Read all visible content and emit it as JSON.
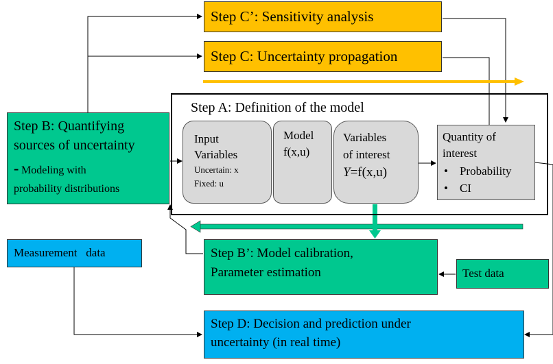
{
  "colors": {
    "orange": "#FFC000",
    "green": "#00C88F",
    "blue": "#00B0F0",
    "gray": "#D9D9D9"
  },
  "step_c_prime": {
    "label": "Step C’: Sensitivity  analysis"
  },
  "step_c": {
    "label": "Step C: Uncertainty propagation"
  },
  "step_a": {
    "title": "Step A: Definition  of the model",
    "input": {
      "line1": "Input",
      "line2": "Variables",
      "uncertain": "Uncertain: x",
      "fixed": "Fixed: u"
    },
    "model": {
      "line1": "Model",
      "line2": "f(x,u)"
    },
    "variables": {
      "line1": "Variables",
      "line2": "of interest",
      "y": "Y",
      "formula": "=f(x,u)"
    },
    "quantity": {
      "line1": "Quantity  of",
      "line2": "interest",
      "bullets": [
        "Probability",
        "CI"
      ]
    }
  },
  "step_b": {
    "line1": "Step B: Quantifying",
    "line2": "sources of uncertainty",
    "dash": "-",
    "sub1": " Modeling with",
    "sub2": "probability distributions"
  },
  "measurement": {
    "label": "Measurement   data"
  },
  "step_b_prime": {
    "line1": "Step B’: Model calibration,",
    "line2": "Parameter estimation"
  },
  "test_data": {
    "label": "Test data"
  },
  "step_d": {
    "line1": "Step D: Decision and prediction under",
    "line2": "uncertainty (in real time)"
  }
}
